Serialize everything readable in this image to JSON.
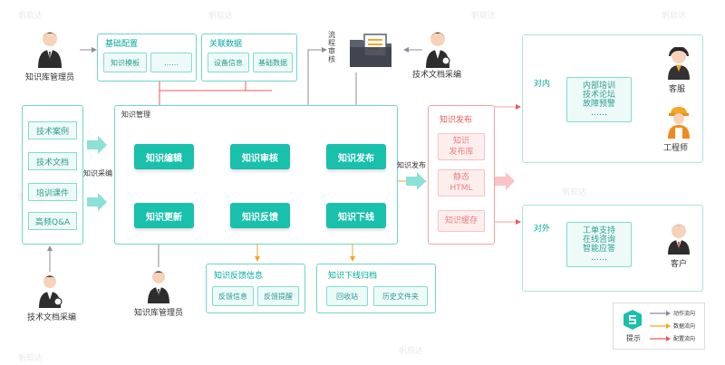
{
  "watermark": "帆软达",
  "actors": {
    "kb_admin_top": "知识库管理员",
    "tech_doc_top": "技术文档采编",
    "tech_doc_left": "技术文档采编",
    "kb_admin_bottom": "知识库管理员",
    "service": "客服",
    "engineer": "工程师",
    "customer": "客户"
  },
  "basic_config": {
    "title": "基础配置",
    "items": [
      "知识模板",
      "……"
    ]
  },
  "related_data": {
    "title": "关联数据",
    "items": [
      "设备信息",
      "基础数据"
    ]
  },
  "process_review": "流程审核",
  "sources": {
    "items": [
      "技术案例",
      "技术文档",
      "培训课件",
      "高频Q&A"
    ]
  },
  "collect_label": "知识采编",
  "km": {
    "title": "知识管理",
    "nodes": {
      "edit": "知识编辑",
      "review": "知识审核",
      "publish": "知识发布",
      "update": "知识更新",
      "feedback": "知识反馈",
      "offline": "知识下线"
    }
  },
  "publish_label": "知识发布",
  "publish_panel": {
    "title": "知识发布",
    "items": [
      "知识\n发布库",
      "静态\nHTML",
      "知识缓存"
    ]
  },
  "feedback_info": {
    "title": "知识反馈信息",
    "items": [
      "反馈信息",
      "反馈提醒"
    ]
  },
  "offline_archive": {
    "title": "知识下线归档",
    "items": [
      "回收站",
      "历史文件夹"
    ]
  },
  "internal": {
    "label": "对内",
    "lines": [
      "内部培训",
      "技术论坛",
      "故障预警",
      "……"
    ]
  },
  "external": {
    "label": "对外",
    "lines": [
      "工单支持",
      "在线咨询",
      "智能应答",
      "……"
    ]
  },
  "legend": {
    "tip": "提示",
    "items": [
      "动作流向",
      "数据流向",
      "配置流向"
    ],
    "colors": [
      "#8a8f99",
      "#f5a623",
      "#e85a5a"
    ]
  },
  "colors": {
    "teal": "#19c0ab",
    "border": "#6fd6c9",
    "red": "#e85a5a",
    "orange": "#f5a623",
    "gray": "#8a8f99"
  }
}
